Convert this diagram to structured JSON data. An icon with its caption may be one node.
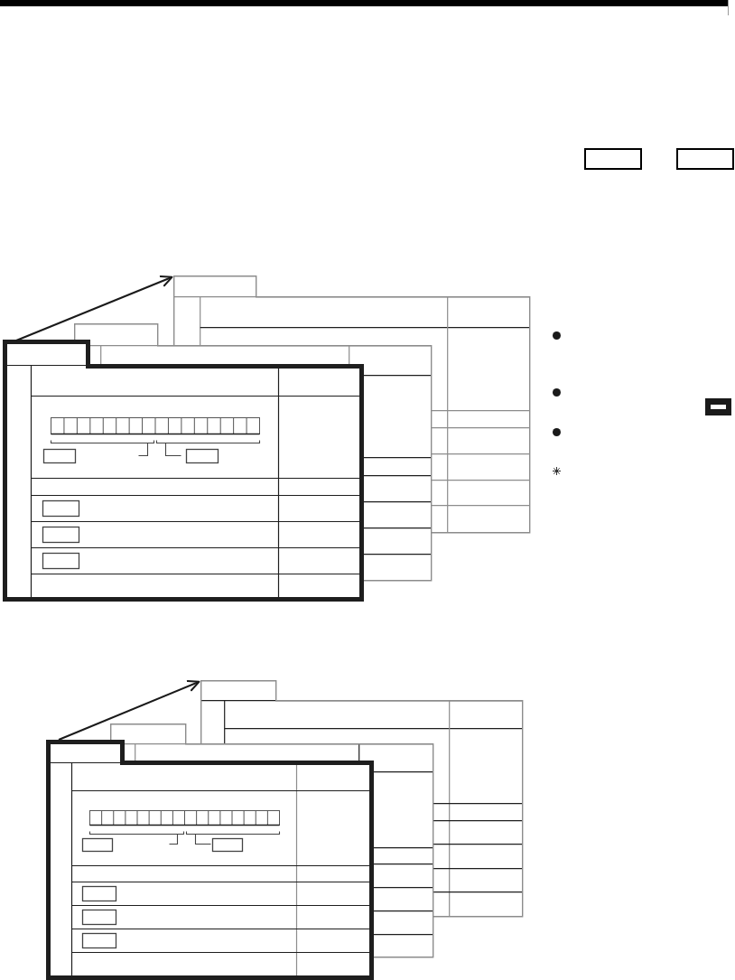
{
  "diagram": {
    "nodes": [
      {
        "text": [],
        "shape": "box"
      },
      {
        "text": [],
        "shape": "box"
      },
      {
        "text": [],
        "shape": "box"
      },
      {
        "text": [],
        "shape": "box"
      },
      {
        "text": [],
        "shape": "box"
      },
      {
        "text": [],
        "shape": "box"
      }
    ],
    "edges": [
      {
        "from": 2,
        "to": 0,
        "arrow": "to"
      },
      {
        "from": 5,
        "to": 3,
        "arrow": "to"
      }
    ]
  }
}
